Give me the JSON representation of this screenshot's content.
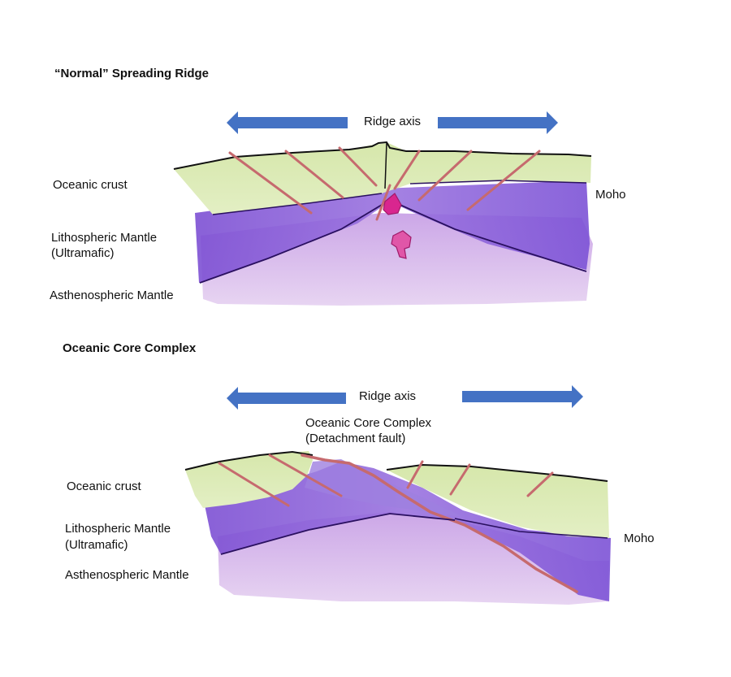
{
  "colors": {
    "crust": "#d9e8b3",
    "lithosphere": "#8a5fd8",
    "asthenosphere": "#d7b9e8",
    "arrow": "#4472c4",
    "fault": "#c66a6e",
    "magma": "#d9268f",
    "outline": "#111111"
  },
  "top_diagram": {
    "title": "“Normal” Spreading Ridge",
    "ridge_axis": "Ridge axis",
    "crust_label": "Oceanic crust",
    "lithosphere_label_line1": "Lithospheric Mantle",
    "lithosphere_label_line2": "(Ultramafic)",
    "asthenosphere_label": "Asthenospheric Mantle",
    "moho_label": "Moho"
  },
  "bottom_diagram": {
    "title": "Oceanic Core Complex",
    "ridge_axis": "Ridge axis",
    "occ_label_line1": "Oceanic Core Complex",
    "occ_label_line2": "(Detachment fault)",
    "crust_label": "Oceanic crust",
    "lithosphere_label_line1": "Lithospheric Mantle",
    "lithosphere_label_line2": "(Ultramafic)",
    "asthenosphere_label": "Asthenospheric Mantle",
    "moho_label": "Moho"
  }
}
